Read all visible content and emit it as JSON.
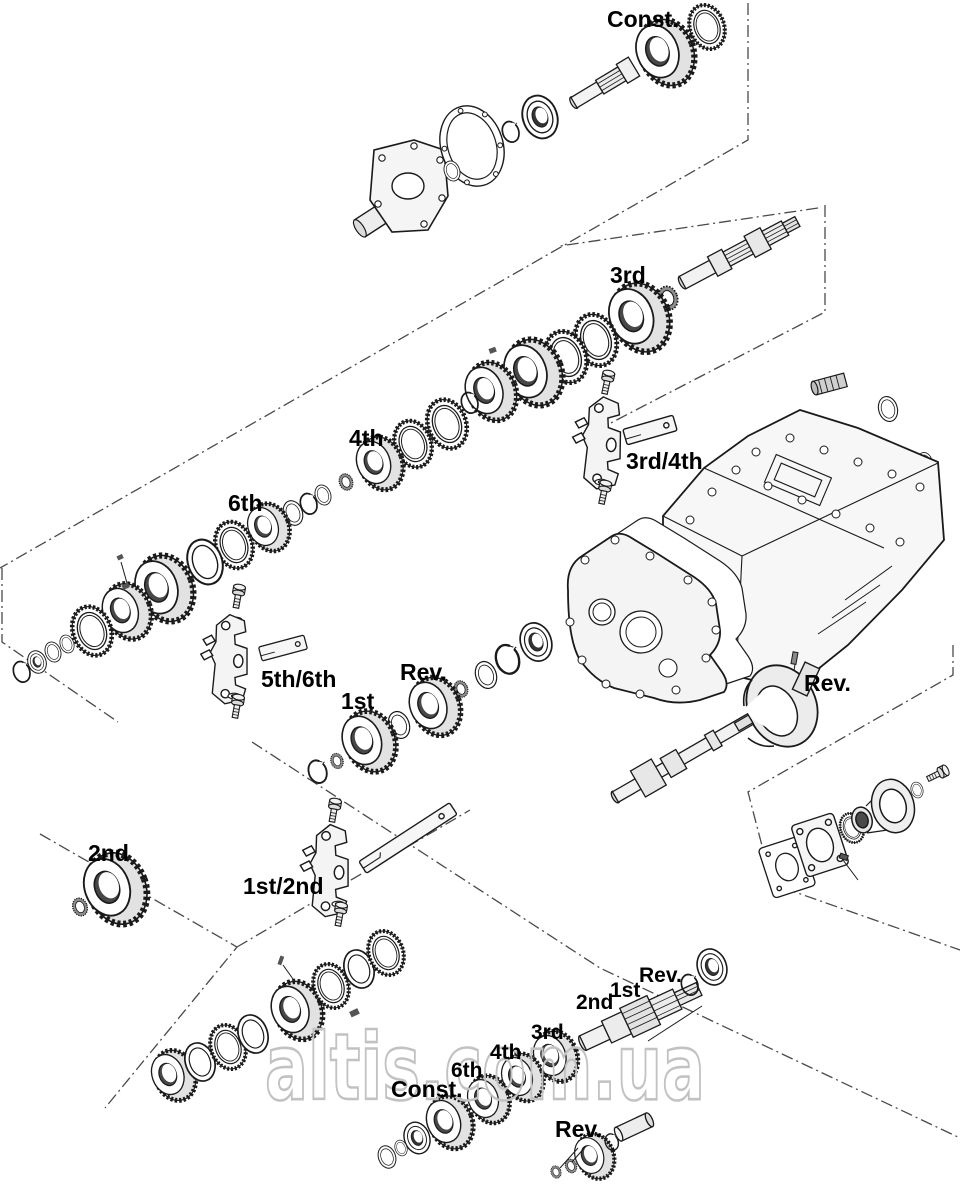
{
  "watermark": "altis.com.ua",
  "colors": {
    "ink": "#1a1a1a",
    "frame_gray": "#4a4a4a",
    "watermark_gray": "#c2c2c2",
    "paper": "#ffffff"
  },
  "labels": {
    "const_input": "Const.",
    "third_main": "3rd",
    "fourth_main": "4th",
    "third_fourth_fork": "3rd/4th",
    "sixth_main": "6th",
    "fifth_sixth_fork": "5th/6th",
    "rev_main": "Rev.",
    "first_main": "1st",
    "rev_fork": "Rev.",
    "second_gear": "2nd",
    "first_second_fork": "1st/2nd",
    "second_cs": "2nd",
    "first_cs": "1st",
    "rev_cs": "Rev.",
    "third_cs": "3rd",
    "fourth_cs": "4th",
    "sixth_cs": "6th",
    "const_cs": "Const.",
    "rev_idler": "Rev."
  }
}
